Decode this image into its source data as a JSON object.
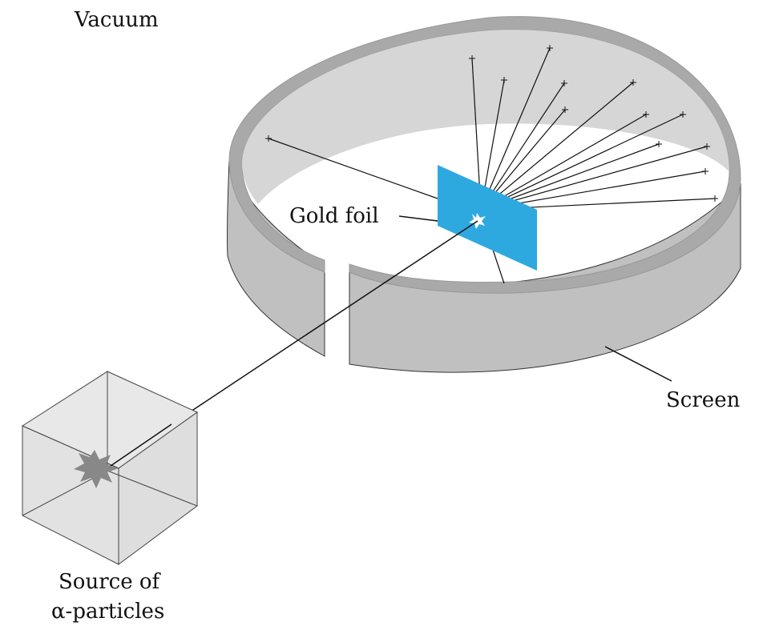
{
  "labels": {
    "vacuum": "Vacuum",
    "gold_foil": "Gold foil",
    "screen": "Screen",
    "source_line1": "Source of",
    "source_line2": "α-particles"
  },
  "colors": {
    "screen_rim": "#a9a9a9",
    "screen_inner": "#d6d6d6",
    "screen_outer": "#c0c0c0",
    "foil": "#2ea9e0",
    "source_box": "#e6e6e6",
    "source_star": "#888888",
    "line": "#111111"
  },
  "icons": {
    "foil_impact": "sparkle-icon",
    "source_emitter": "burst-icon",
    "scatter_marker": "cross-marker-icon"
  }
}
